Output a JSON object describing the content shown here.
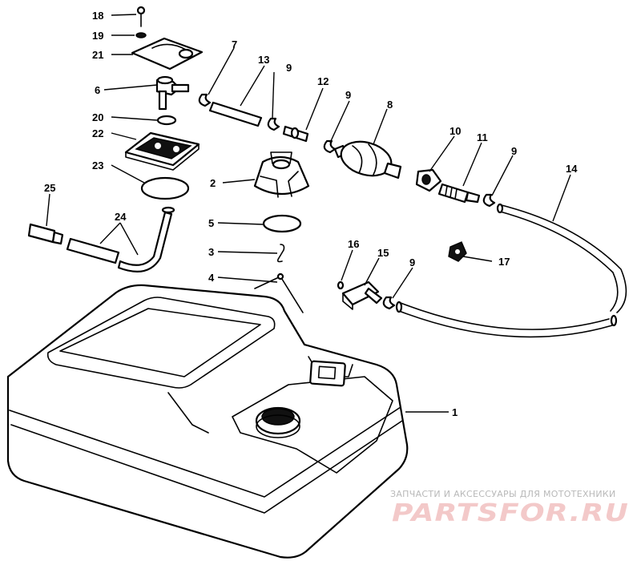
{
  "diagram": {
    "callouts": [
      "1",
      "2",
      "3",
      "4",
      "5",
      "6",
      "7",
      "8",
      "9",
      "10",
      "11",
      "12",
      "13",
      "14",
      "15",
      "16",
      "17",
      "18",
      "19",
      "20",
      "21",
      "22",
      "23",
      "24",
      "25"
    ]
  },
  "watermark": {
    "caption": "ЗАПЧАСТИ И АКСЕССУАРЫ ДЛЯ МОТОТЕХНИКИ",
    "logo": "PARTSFOR.RU"
  }
}
